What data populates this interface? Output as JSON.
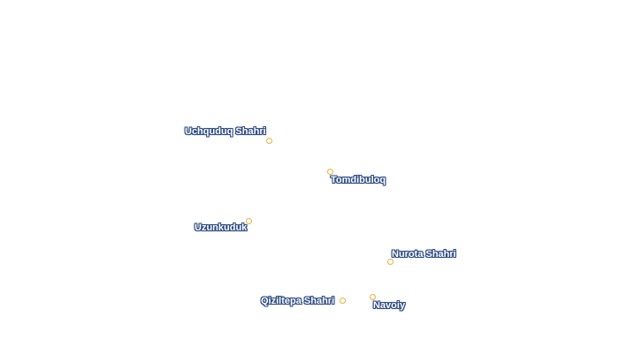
{
  "places": [
    {
      "name": "Uchquduq Shahri"
    },
    {
      "name": "Tomdibuloq"
    },
    {
      "name": "Uzunkuduk"
    },
    {
      "name": "Nurota Shahri"
    },
    {
      "name": "Qiziltepa Shahri"
    },
    {
      "name": "Navoiy"
    }
  ],
  "colors": {
    "marker": "#e8b23a",
    "label_text": "#ffffff",
    "label_halo": "#2b4a80",
    "background": "#ffffff"
  }
}
